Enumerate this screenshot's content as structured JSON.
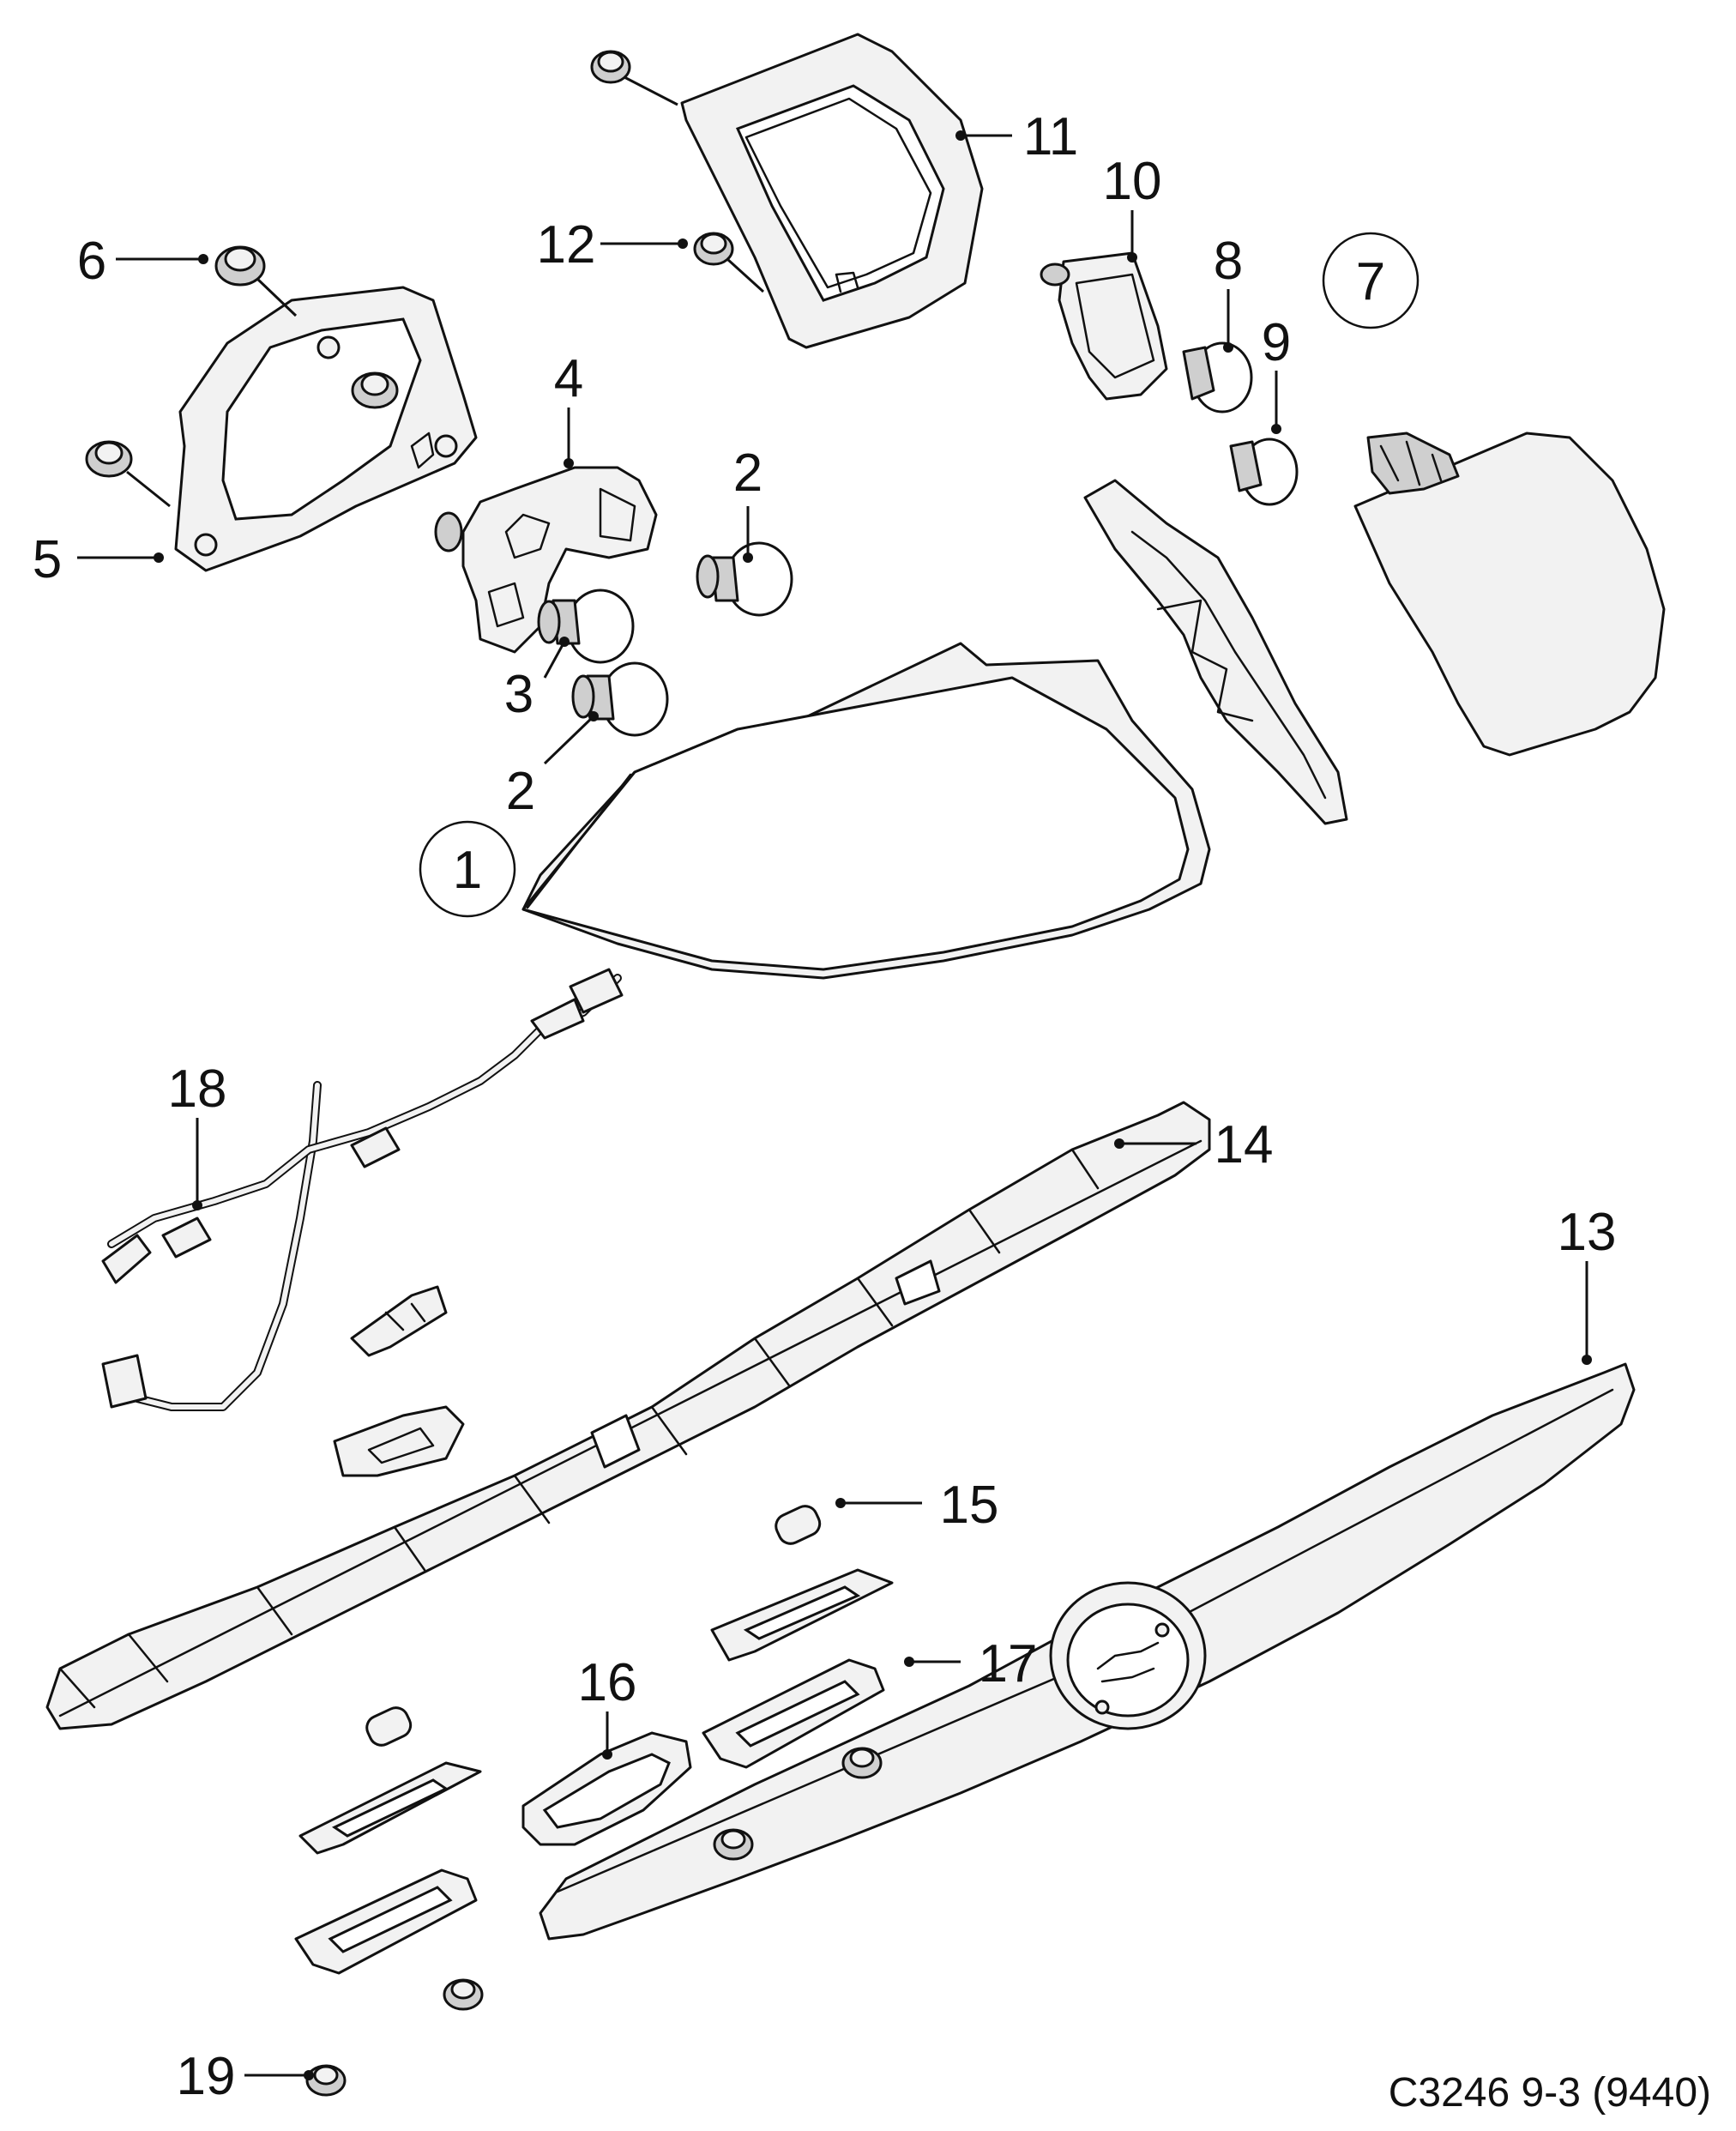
{
  "callouts": {
    "c1": "1",
    "c2a": "2",
    "c2b": "2",
    "c3": "3",
    "c4": "4",
    "c5": "5",
    "c6": "6",
    "c7": "7",
    "c8": "8",
    "c9": "9",
    "c10": "10",
    "c11": "11",
    "c12": "12",
    "c13": "13",
    "c14": "14",
    "c15": "15",
    "c16": "16",
    "c17": "17",
    "c18": "18",
    "c19": "19"
  },
  "reference": "C3246 9-3 (9440)"
}
